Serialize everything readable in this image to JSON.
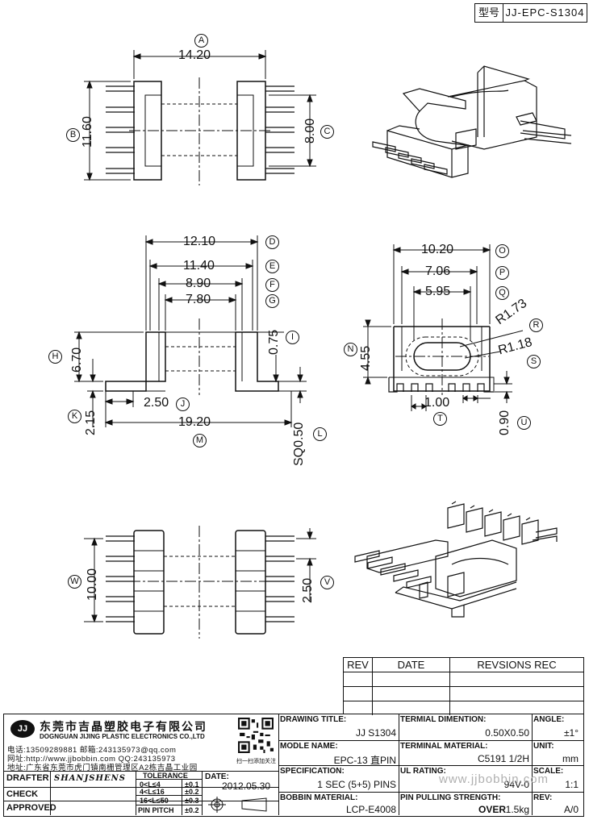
{
  "header": {
    "label": "型号",
    "model": "JJ-EPC-S1304"
  },
  "dimensions": {
    "A": "14.20",
    "B": "11.60",
    "C": "8.00",
    "D": "12.10",
    "E": "11.40",
    "F": "8.90",
    "G": "7.80",
    "H": "6.70",
    "I": "0.75",
    "J": "2.50",
    "K": "2.15",
    "L": "SQ0.50",
    "M": "19.20",
    "O": "10.20",
    "P": "7.06",
    "Q": "5.95",
    "R": "R1.73",
    "S": "R1.18",
    "N": "4.55",
    "T": "1.00",
    "U": "0.90",
    "V": "2.50",
    "W": "10.00"
  },
  "letters": {
    "A": "A",
    "B": "B",
    "C": "C",
    "D": "D",
    "E": "E",
    "F": "F",
    "G": "G",
    "H": "H",
    "I": "I",
    "J": "J",
    "K": "K",
    "L": "L",
    "M": "M",
    "N": "N",
    "O": "O",
    "P": "P",
    "Q": "Q",
    "R": "R",
    "S": "S",
    "T": "T",
    "U": "U",
    "V": "V",
    "W": "W"
  },
  "revisions": {
    "rev_label": "REV",
    "date_label": "DATE",
    "rec_label": "REVSIONS REC"
  },
  "company": {
    "logo": "JJ",
    "name_cn": "东莞市吉晶塑胶电子有限公司",
    "name_en": "DOGNGUAN JIJING PLASTIC ELECTRONICS CO.,LTD",
    "phone": "电话:13509289881  邮箱:243135973@qq.com",
    "web": "网址:http://www.jjbobbin.com  QQ:243135973",
    "addr": "地址:广东省东莞市虎门镇南栅管理区A2栋吉晶工业园",
    "qr_caption": "扫一扫添加关注"
  },
  "title_block": {
    "drawing_title_label": "DRAWING TITLE:",
    "drawing_title": "JJ  S1304",
    "terminal_dim_label": "TERMIAL DIMENTION:",
    "terminal_dim": "0.50X0.50",
    "angle_label": "ANGLE:",
    "angle": "±1°",
    "module_label": "MODLE NAME:",
    "module": "EPC-13 直PIN",
    "terminal_mat_label": "TERMINAL MATERIAL:",
    "terminal_mat": "C5191 1/2H",
    "unit_label": "UNIT:",
    "unit": "mm",
    "spec_label": "SPECIFICATION:",
    "spec": "1 SEC (5+5) PINS",
    "ul_label": "UL RATING:",
    "ul": "94V-0",
    "scale_label": "SCALE:",
    "scale": "1:1",
    "bobbin_label": "BOBBIN  MATERIAL:",
    "bobbin": "LCP-E4008",
    "pin_label": "PIN PULLING STRENGTH:",
    "pin_over": "OVER",
    "pin": "1.5kg",
    "rev_label": "REV:",
    "rev": "A/0",
    "drafter_label": "DRAFTER",
    "drafter": "SHANJSHENS",
    "check_label": "CHECK",
    "approved_label": "APPROVED",
    "tolerance_label": "TOLERANCE",
    "tol": [
      {
        "range": "0<L≤4",
        "val": "±0.1"
      },
      {
        "range": "4<L≤16",
        "val": "±0.2"
      },
      {
        "range": "16<L≤50",
        "val": "±0.3"
      },
      {
        "range": "PIN PITCH",
        "val": "±0.2"
      }
    ],
    "date_label": "DATE:",
    "date": "2012.05.30"
  },
  "watermark": "www.jjbobbin.com"
}
